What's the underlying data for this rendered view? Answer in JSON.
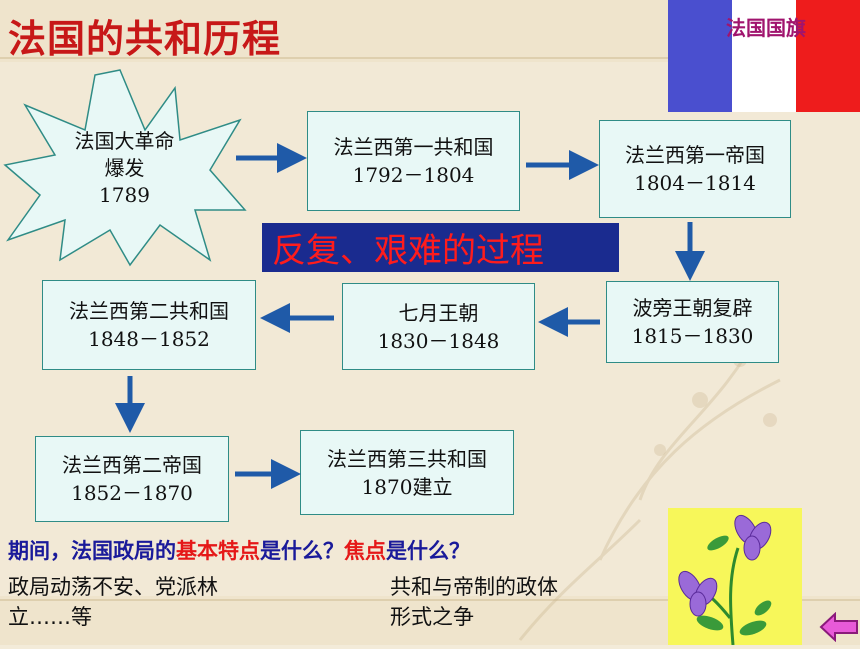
{
  "title": "法国的共和历程",
  "flag": {
    "label": "法国国旗",
    "colors": [
      "#4a4fcf",
      "#ffffff",
      "#ee1c1c"
    ]
  },
  "start_event": {
    "line1": "法国大革命",
    "line2": "爆发",
    "year": "1789"
  },
  "stages": [
    {
      "name": "法兰西第一共和国",
      "years": "1792－1804"
    },
    {
      "name": "法兰西第一帝国",
      "years": "1804－1814"
    },
    {
      "name": "波旁王朝复辟",
      "years": "1815－1830"
    },
    {
      "name": "七月王朝",
      "years": "1830－1848"
    },
    {
      "name": "法兰西第二共和国",
      "years": "1848－1852"
    },
    {
      "name": "法兰西第二帝国",
      "years": "1852－1870"
    },
    {
      "name": "法兰西第三共和国",
      "years": "1870建立"
    }
  ],
  "banner": "反复、艰难的过程",
  "question": {
    "p1": "期间，法国政局的",
    "p2": "基本特点",
    "p3": "是什么？",
    "p4": "焦点",
    "p5": "是什么？"
  },
  "answer_left": [
    "政局动荡不安、党派林",
    "立……等"
  ],
  "answer_right": [
    "共和与帝制的政体",
    "形式之争"
  ],
  "colors": {
    "title": "#c71818",
    "arrow": "#1f5aa8",
    "box_border": "#2f8c86",
    "banner_bg": "#1a2b8f"
  },
  "icons": {
    "flower": "flower-image",
    "back": "back-arrow-icon"
  }
}
